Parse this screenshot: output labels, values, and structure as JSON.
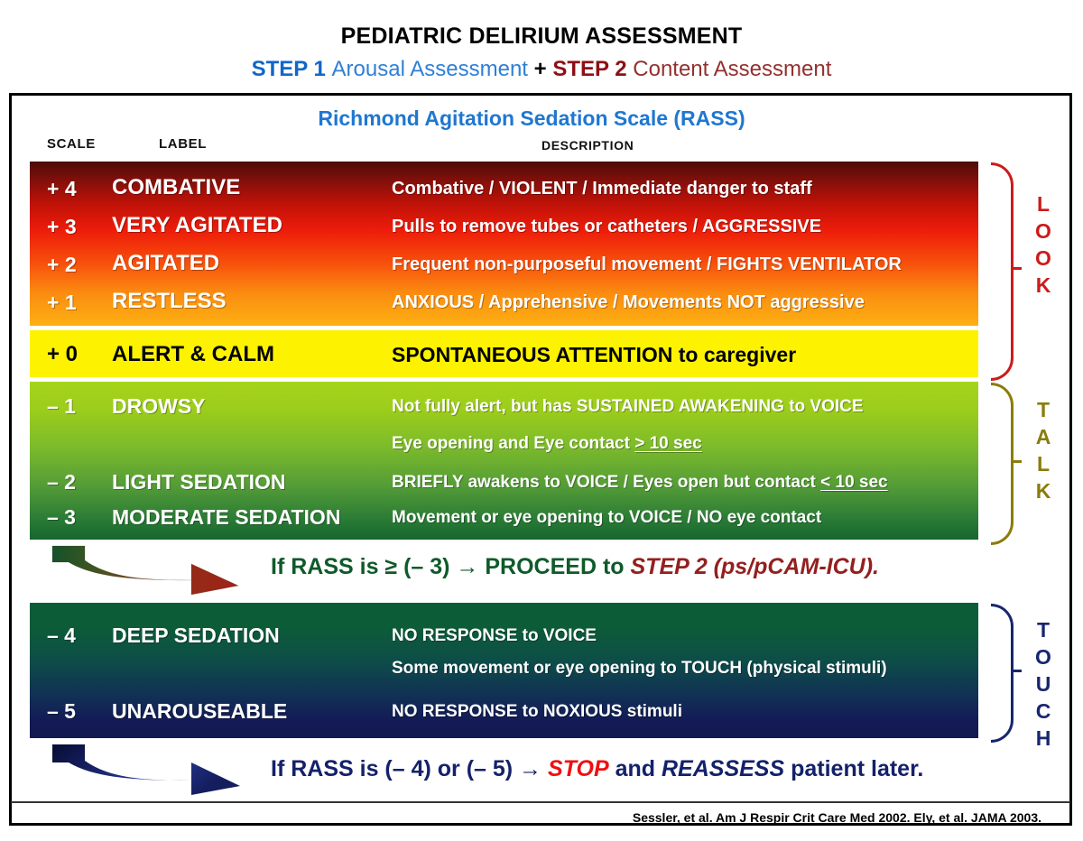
{
  "header": {
    "title": "PEDIATRIC DELIRIUM ASSESSMENT",
    "subtitle": {
      "step1_strong": "STEP 1",
      "step1_light": "Arousal Assessment",
      "plus": "+",
      "step2_strong": "STEP 2",
      "step2_light": "Content Assessment"
    }
  },
  "table": {
    "title": "Richmond Agitation Sedation Scale (RASS)",
    "columns": {
      "scale": "SCALE",
      "label": "LABEL",
      "description": "DESCRIPTION"
    },
    "rows": [
      {
        "scale": "+ 4",
        "label": "COMBATIVE",
        "description": "Combative / VIOLENT / Immediate danger to staff",
        "band": "red"
      },
      {
        "scale": "+ 3",
        "label": "VERY AGITATED",
        "description": "Pulls to remove tubes or catheters / AGGRESSIVE",
        "band": "red"
      },
      {
        "scale": "+ 2",
        "label": "AGITATED",
        "description": "Frequent non-purposeful movement / FIGHTS VENTILATOR",
        "band": "red"
      },
      {
        "scale": "+ 1",
        "label": "RESTLESS",
        "description": "ANXIOUS / Apprehensive / Movements NOT aggressive",
        "band": "red"
      },
      {
        "scale": "+ 0",
        "label": "ALERT & CALM",
        "description": "SPONTANEOUS ATTENTION to caregiver",
        "band": "yellow"
      },
      {
        "scale": "– 1",
        "label": "DROWSY",
        "description": "Not fully alert, but has SUSTAINED AWAKENING to VOICE",
        "band": "green",
        "description2_prefix": "Eye opening and Eye contact  ",
        "description2_underlined": "> 10 sec"
      },
      {
        "scale": "– 2",
        "label": "LIGHT SEDATION",
        "description": "BRIEFLY awakens to VOICE / Eyes open but contact  ",
        "band": "green",
        "description_underlined": "< 10 sec"
      },
      {
        "scale": "– 3",
        "label": "MODERATE SEDATION",
        "description": "Movement or eye opening to VOICE / NO eye contact",
        "band": "green"
      },
      {
        "scale": "– 4",
        "label": "DEEP SEDATION",
        "description": "NO RESPONSE to VOICE",
        "band": "dark",
        "description2": "Some movement or eye opening to TOUCH (physical stimuli)"
      },
      {
        "scale": "– 5",
        "label": "UNAROUSEABLE",
        "description": "NO RESPONSE to NOXIOUS stimuli",
        "band": "dark"
      }
    ]
  },
  "braces": [
    {
      "name": "look",
      "letters": [
        "L",
        "O",
        "O",
        "K"
      ],
      "color": "#cc1b1b"
    },
    {
      "name": "talk",
      "letters": [
        "T",
        "A",
        "L",
        "K"
      ],
      "color": "#8a7c0b"
    },
    {
      "name": "touch",
      "letters": [
        "T",
        "O",
        "U",
        "C",
        "H"
      ],
      "color": "#17266e"
    }
  ],
  "callouts": {
    "proceed": {
      "green_text": "If RASS is ≥ (– 3) → PROCEED to ",
      "red_text": "STEP 2 (ps/pCAM-ICU)."
    },
    "stop": {
      "navy_text": "If RASS is (– 4) or (– 5)  → ",
      "stop_text": "STOP",
      "and_text": " and ",
      "reassess_text": "REASSESS",
      "tail_text": " patient later."
    }
  },
  "footer": {
    "citation": "Sessler, et al. Am J Respir Crit Care Med 2002.  Ely, et al. JAMA 2003."
  },
  "colors": {
    "step1_blue": "#1266c8",
    "step2_red": "#8d1014",
    "rass_title_blue": "#1f77d0",
    "look_red": "#cc1b1b",
    "talk_olive": "#8a7c0b",
    "touch_navy": "#17266e",
    "yellow_band": "#fdf200",
    "stop_red": "#ee1111",
    "proceed_green": "#0f5a2a"
  }
}
